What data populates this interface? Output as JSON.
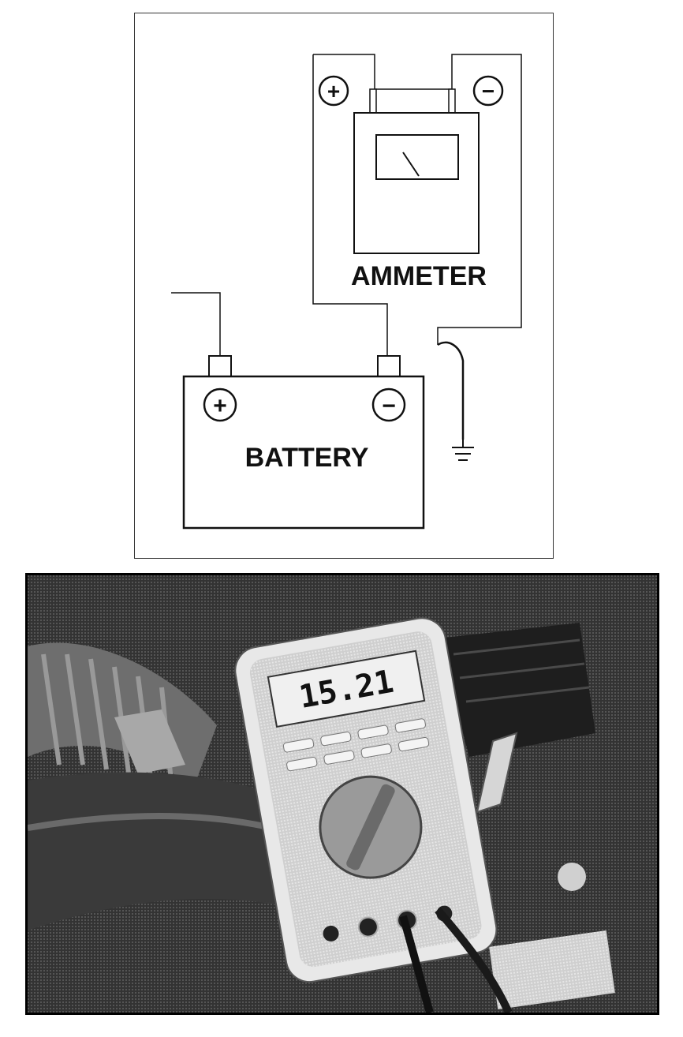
{
  "diagram": {
    "ammeter_label": "AMMETER",
    "battery_label": "BATTERY",
    "plus_symbol": "+",
    "minus_symbol": "−"
  },
  "photo": {
    "multimeter_reading": "15.21"
  },
  "colors": {
    "line": "#111111",
    "paper": "#ffffff",
    "photo_dark": "#2a2a2a",
    "meter_body": "#d8d8d8"
  }
}
